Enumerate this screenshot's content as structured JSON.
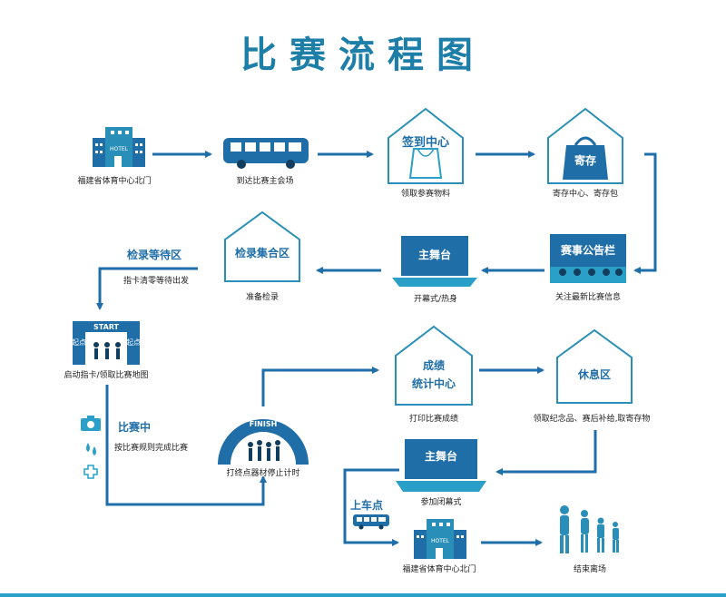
{
  "title": "比赛流程图",
  "nodes": {
    "hotel_start": {
      "caption": "福建省体育中心北门",
      "sign": "HOTEL"
    },
    "bus": {
      "caption": "到达比赛主会场"
    },
    "checkin": {
      "title": "签到中心",
      "caption": "领取参赛物料"
    },
    "storage": {
      "title": "寄存",
      "caption": "寄存中心、寄存包"
    },
    "notice": {
      "title": "赛事公告栏",
      "caption": "关注最新比赛信息"
    },
    "stage1": {
      "title": "主舞台",
      "caption": "开幕式/热身"
    },
    "assembly": {
      "title": "检录集合区",
      "caption": "准备检录"
    },
    "waiting": {
      "title": "检录等待区",
      "caption": "指卡清零等待出发"
    },
    "start": {
      "banner": "START",
      "side_left": "起点",
      "side_right": "起点",
      "caption": "启动指卡/领取比赛地图"
    },
    "racing": {
      "title": "比赛中",
      "caption": "按比赛规则完成比赛"
    },
    "finish": {
      "banner": "FINISH",
      "caption": "打终点器材停止计时"
    },
    "results": {
      "title_line1": "成绩",
      "title_line2": "统计中心",
      "caption": "打印比赛成绩"
    },
    "rest": {
      "title": "休息区",
      "caption": "领取纪念品、赛后补给,取寄存物"
    },
    "stage2": {
      "title": "主舞台",
      "caption": "参加闭幕式"
    },
    "pickup": {
      "title": "上车点"
    },
    "hotel_end": {
      "caption": "福建省体育中心北门",
      "sign": "HOTEL"
    },
    "leave": {
      "caption": "结束离场"
    }
  },
  "colors": {
    "primary": "#1f6ea8",
    "accent": "#2aa0c8",
    "light": "#3fc2c8"
  }
}
